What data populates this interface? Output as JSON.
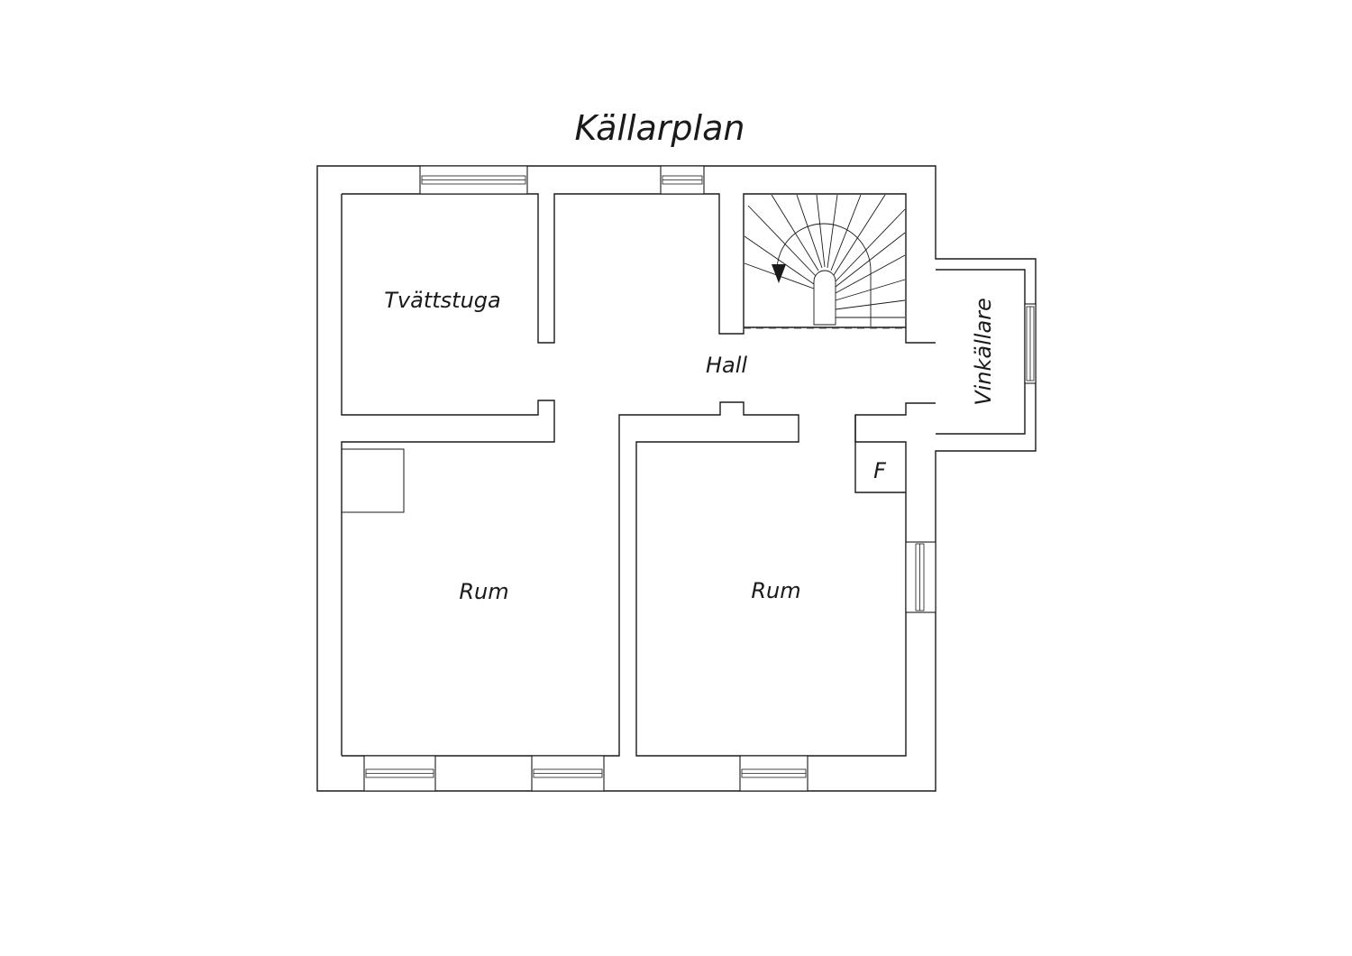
{
  "plan": {
    "title": "Källarplan",
    "rooms": {
      "tvattstuga": "Tvättstuga",
      "hall": "Hall",
      "vinkallare": "Vinkällare",
      "fan": "F",
      "rum_left": "Rum",
      "rum_right": "Rum"
    }
  },
  "colors": {
    "line": "#1a1a1a",
    "background": "#ffffff"
  }
}
